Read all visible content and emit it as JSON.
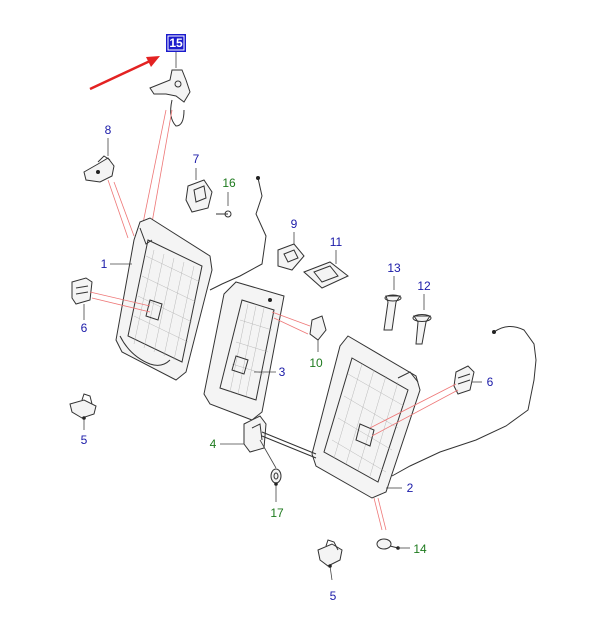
{
  "highlight": {
    "label": "15",
    "color": "#1a1acc",
    "arrow_color": "#e32222"
  },
  "colors": {
    "callout_blue": "#1a1aa8",
    "callout_green": "#1e7a1e",
    "line": "#333333"
  },
  "callouts": [
    {
      "id": "c1",
      "label": "1",
      "color": "blue"
    },
    {
      "id": "c2",
      "label": "2",
      "color": "blue"
    },
    {
      "id": "c3",
      "label": "3",
      "color": "blue"
    },
    {
      "id": "c4",
      "label": "4",
      "color": "green"
    },
    {
      "id": "c5a",
      "label": "5",
      "color": "blue"
    },
    {
      "id": "c5b",
      "label": "5",
      "color": "blue"
    },
    {
      "id": "c6a",
      "label": "6",
      "color": "blue"
    },
    {
      "id": "c6b",
      "label": "6",
      "color": "blue"
    },
    {
      "id": "c7",
      "label": "7",
      "color": "blue"
    },
    {
      "id": "c8",
      "label": "8",
      "color": "blue"
    },
    {
      "id": "c9",
      "label": "9",
      "color": "blue"
    },
    {
      "id": "c10",
      "label": "10",
      "color": "green"
    },
    {
      "id": "c11",
      "label": "11",
      "color": "blue"
    },
    {
      "id": "c12",
      "label": "12",
      "color": "blue"
    },
    {
      "id": "c13",
      "label": "13",
      "color": "blue"
    },
    {
      "id": "c14",
      "label": "14",
      "color": "green"
    },
    {
      "id": "c16",
      "label": "16",
      "color": "green"
    },
    {
      "id": "c17",
      "label": "17",
      "color": "green"
    }
  ]
}
